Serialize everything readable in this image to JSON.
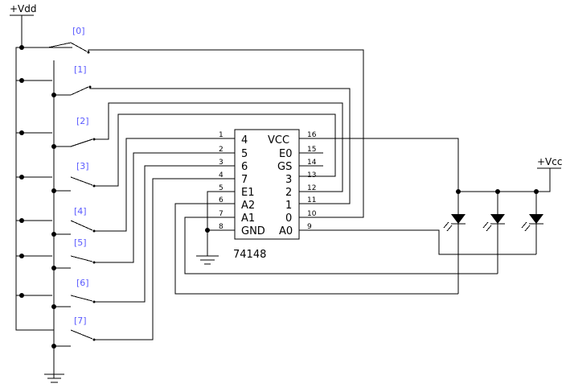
{
  "supply_left": "+Vdd",
  "supply_right": "+Vcc",
  "switches": [
    "[0]",
    "[1]",
    "[2]",
    "[3]",
    "[4]",
    "[5]",
    "[6]",
    "[7]"
  ],
  "chip": {
    "name": "74148",
    "left_labels": [
      "4",
      "5",
      "6",
      "7",
      "E1",
      "A2",
      "A1",
      "GND"
    ],
    "left_pins": [
      "1",
      "2",
      "3",
      "4",
      "5",
      "6",
      "7",
      "8"
    ],
    "right_labels": [
      "VCC",
      "E0",
      "GS",
      "3",
      "2",
      "1",
      "0",
      "A0"
    ],
    "right_pins": [
      "16",
      "15",
      "14",
      "13",
      "12",
      "11",
      "10",
      "9"
    ]
  }
}
